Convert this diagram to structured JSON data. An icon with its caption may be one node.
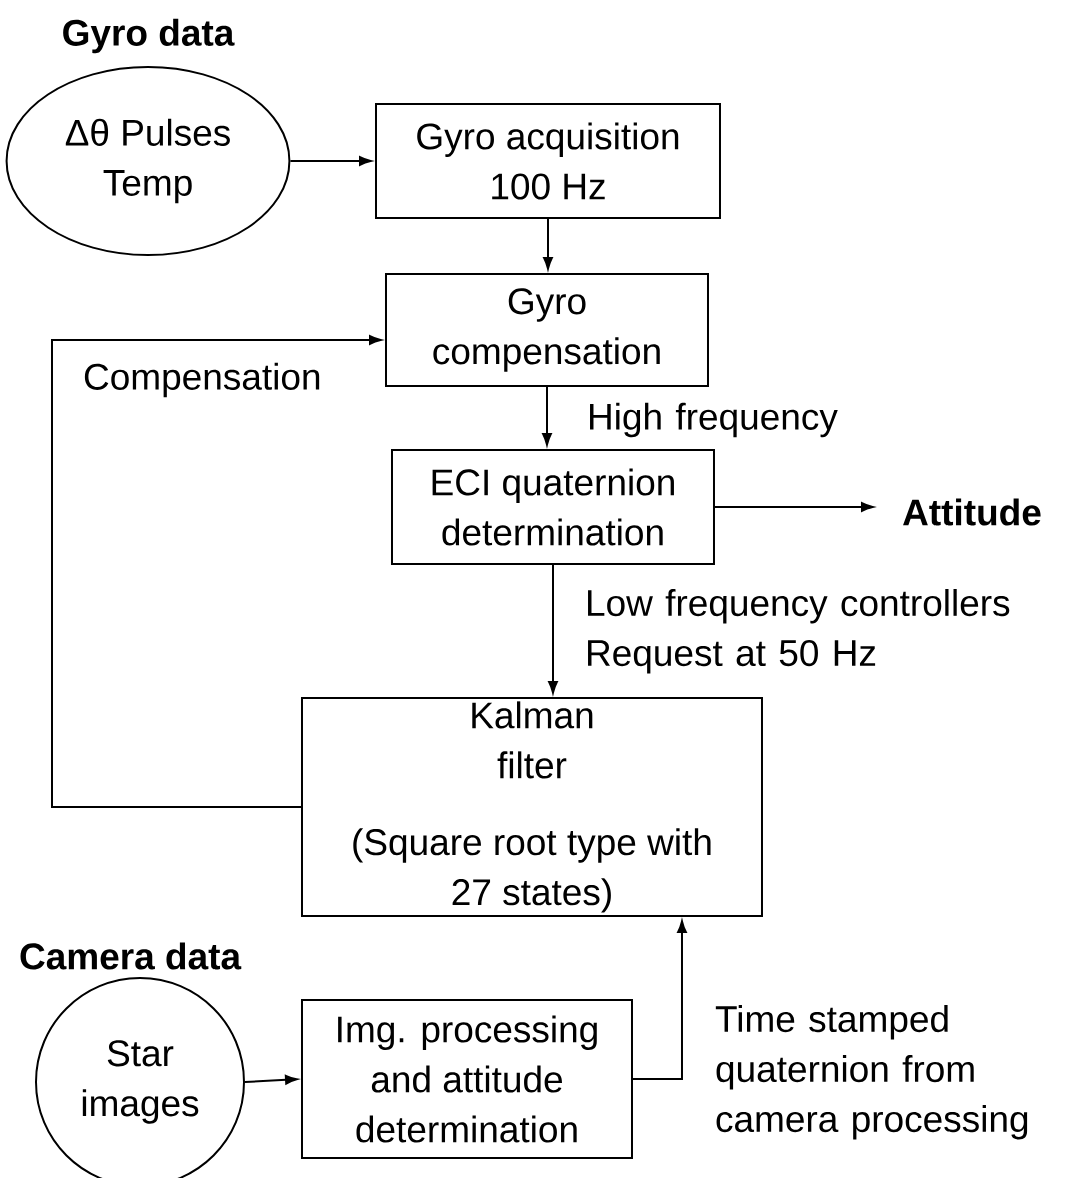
{
  "diagram": {
    "nodes": [
      {
        "text": [
          "Δθ Pulses Temp"
        ],
        "beside": [
          "Gyro data"
        ]
      },
      {
        "text": [
          "Gyro acquisition 100 Hz"
        ]
      },
      {
        "text": [
          "Gyro compensation"
        ]
      },
      {
        "text": [
          "ECI quaternion determination"
        ]
      },
      {
        "text": [
          "Attitude"
        ]
      },
      {
        "text": [
          "Kalman filter",
          "(Square root type with 27 states)"
        ]
      },
      {
        "text": [
          "Star images"
        ],
        "beside": [
          "Camera data"
        ]
      },
      {
        "text": [
          "Img. processing and attitude determination"
        ]
      }
    ],
    "edges": [
      {
        "from": 0,
        "to": 1,
        "arrow": "to"
      },
      {
        "from": 1,
        "to": 2,
        "arrow": "to"
      },
      {
        "from": 2,
        "to": 3,
        "arrow": "to",
        "label": "High frequency"
      },
      {
        "from": 3,
        "to": 4,
        "arrow": "to"
      },
      {
        "from": 3,
        "to": 5,
        "arrow": "to",
        "label": "Low frequency controllers Request at 50 Hz"
      },
      {
        "from": 5,
        "to": 2,
        "arrow": "to",
        "label": "Compensation"
      },
      {
        "from": 6,
        "to": 7,
        "arrow": "to"
      },
      {
        "from": 7,
        "to": 5,
        "arrow": "to",
        "label": "Time stamped quaternion from camera processing"
      }
    ]
  }
}
